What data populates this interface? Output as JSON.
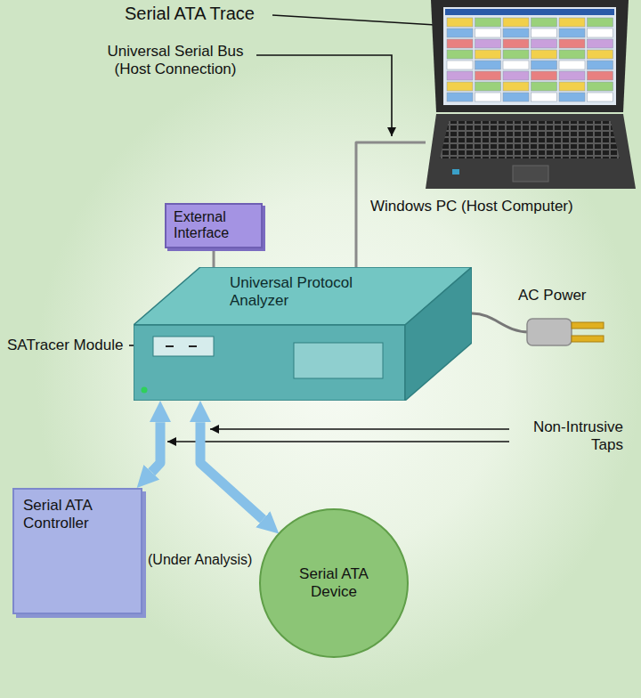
{
  "diagram": {
    "nodes": [
      {
        "text": [
          "Windows PC (Host Computer)"
        ]
      },
      {
        "text": [
          "External Interface"
        ]
      },
      {
        "text": [
          "Universal Protocol Analyzer"
        ]
      },
      {
        "text": [
          "Serial ATA Controller"
        ]
      },
      {
        "text": [
          "Serial ATA Device"
        ]
      }
    ],
    "edges": [
      {
        "from": 0,
        "to": 2,
        "arrow": "none"
      },
      {
        "from": 1,
        "to": 2,
        "arrow": "none"
      },
      {
        "from": 2,
        "to": 3,
        "arrow": "both"
      },
      {
        "from": 2,
        "to": 4,
        "arrow": "both"
      }
    ],
    "labels": [
      "Serial ATA Trace",
      "Universal Serial Bus (Host Connection)",
      "SATracer Module",
      "AC Power",
      "Non-Intrusive Taps",
      "(Under Analysis)"
    ]
  }
}
